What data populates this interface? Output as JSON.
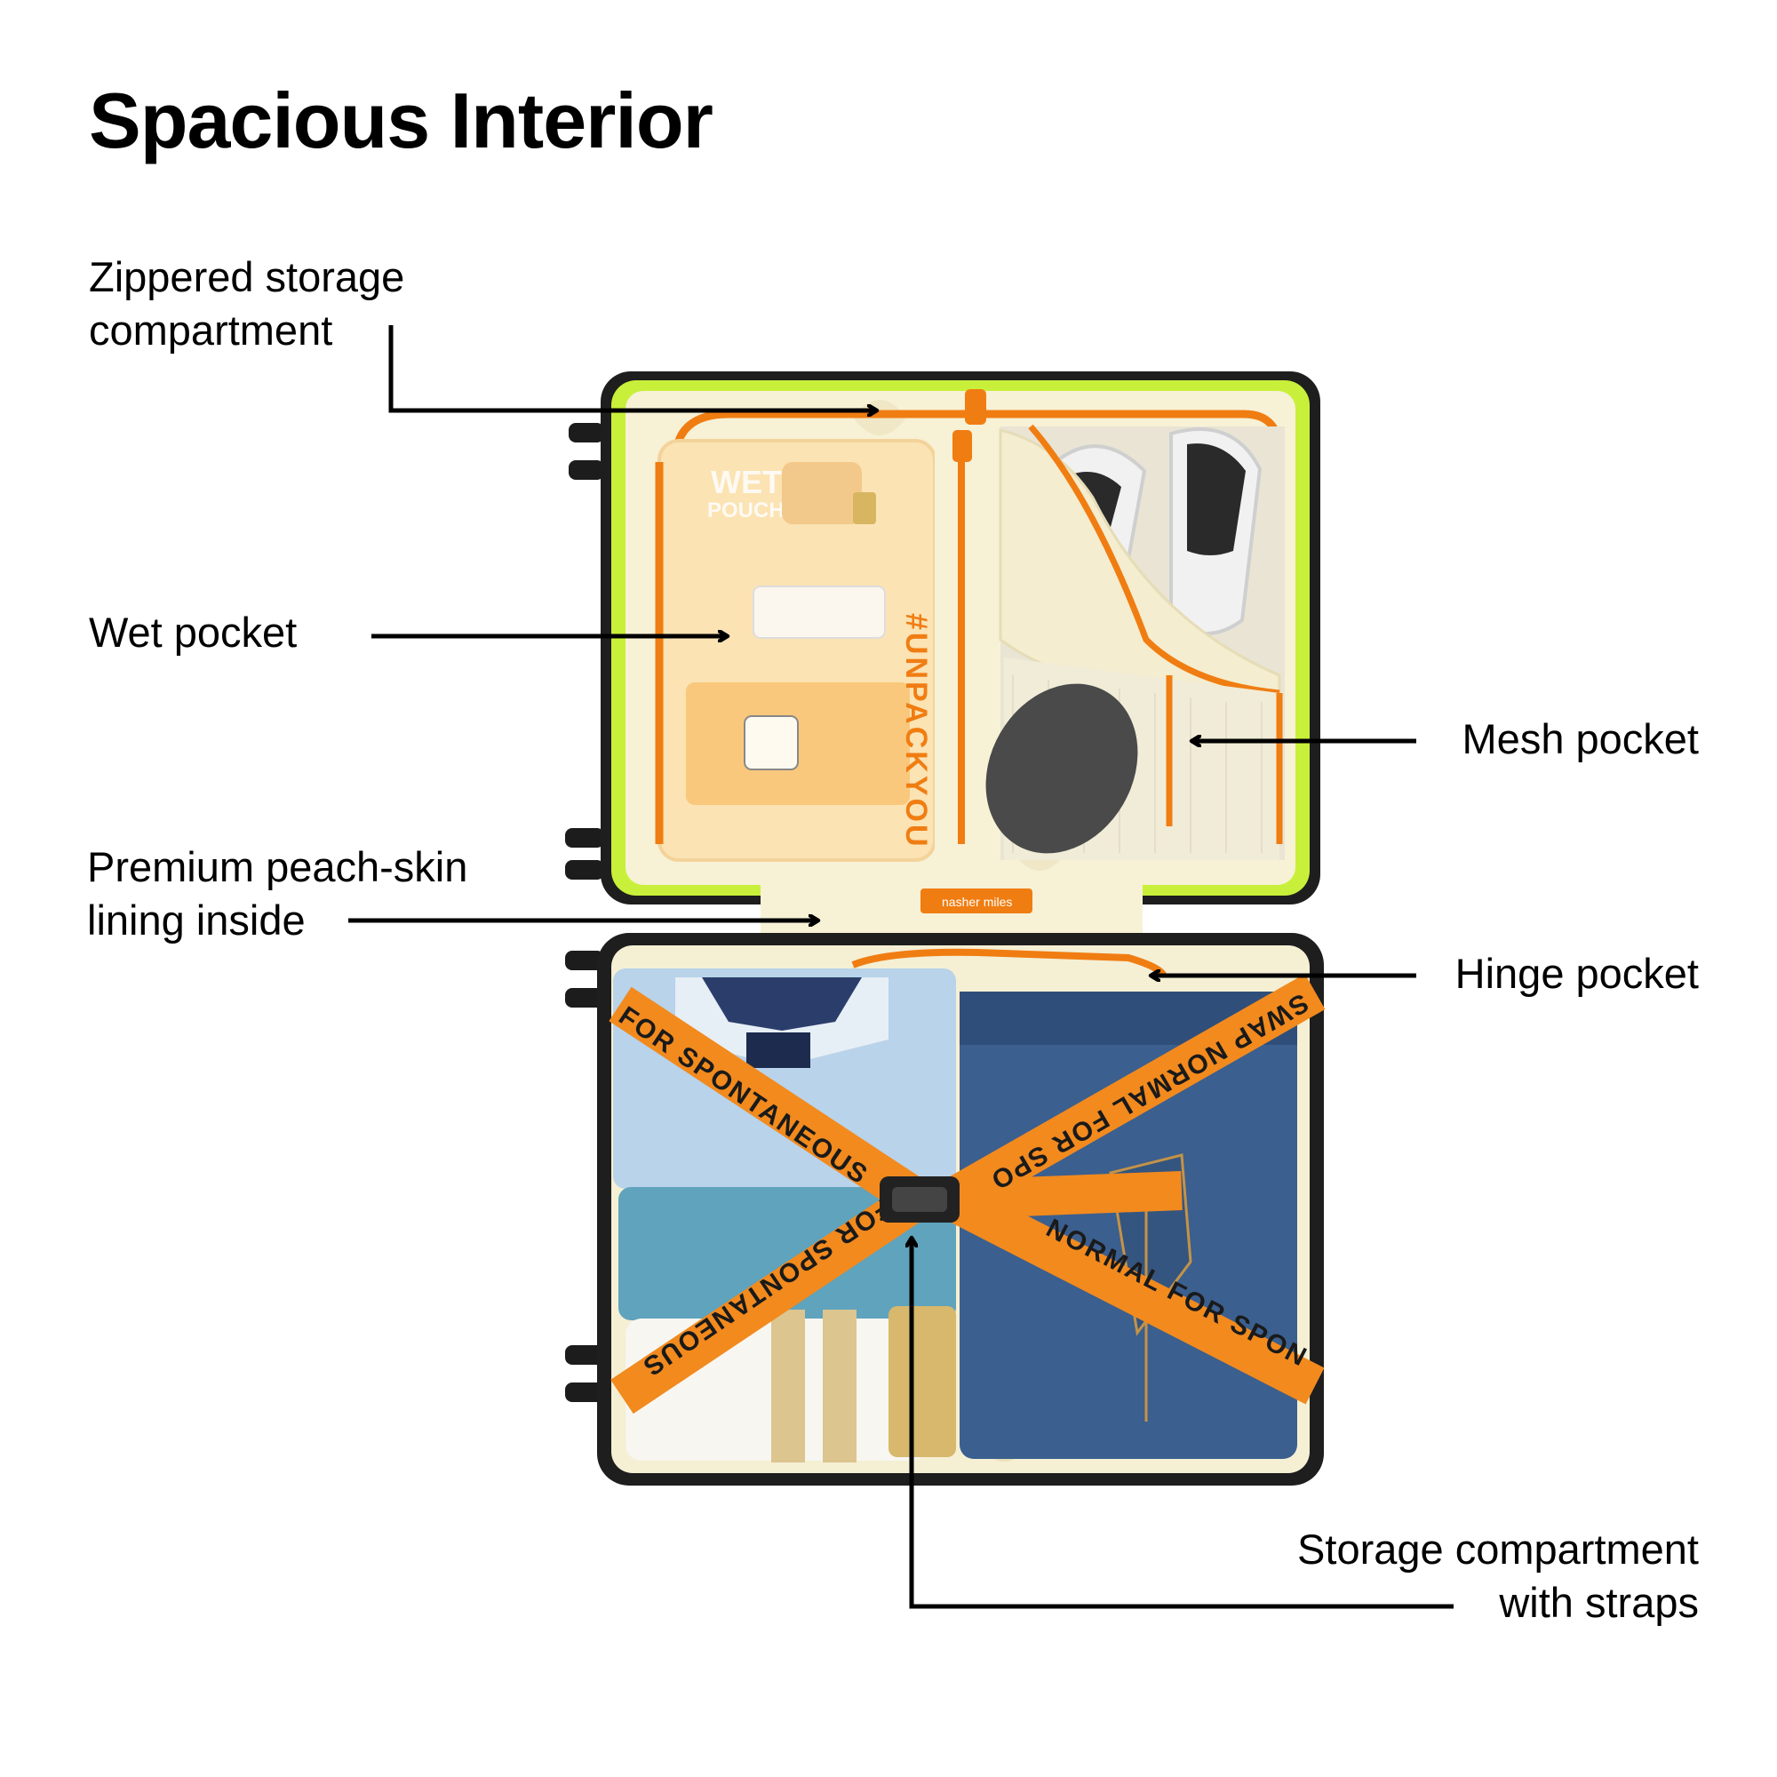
{
  "title": "Spacious Interior",
  "labels": {
    "zippered": [
      "Zippered storage",
      "compartment"
    ],
    "wet": [
      "Wet pocket"
    ],
    "peach": [
      "Premium peach-skin",
      "lining inside"
    ],
    "mesh": [
      "Mesh pocket"
    ],
    "hinge": [
      "Hinge pocket"
    ],
    "straps": [
      "Storage compartment",
      "with straps"
    ]
  },
  "print": {
    "wet_pouch": [
      "WET",
      "POUCH"
    ],
    "hashtag": "#UNPACKYOU",
    "brand": "nasher miles",
    "strap_a": "FOR SPONTANEOUS",
    "strap_b": "SWAP NORMAL FOR SPONTANEOUS",
    "strap_c": "FOR SPONTANEOUS",
    "strap_d": "NORMAL FOR SPONT"
  },
  "colors": {
    "shell": "#1e1e1e",
    "neon_trim": "#c8f03a",
    "lining": "#f7f1d6",
    "zipper": "#f07d12",
    "strap": "#f28a1e",
    "arrow": "#000000"
  }
}
